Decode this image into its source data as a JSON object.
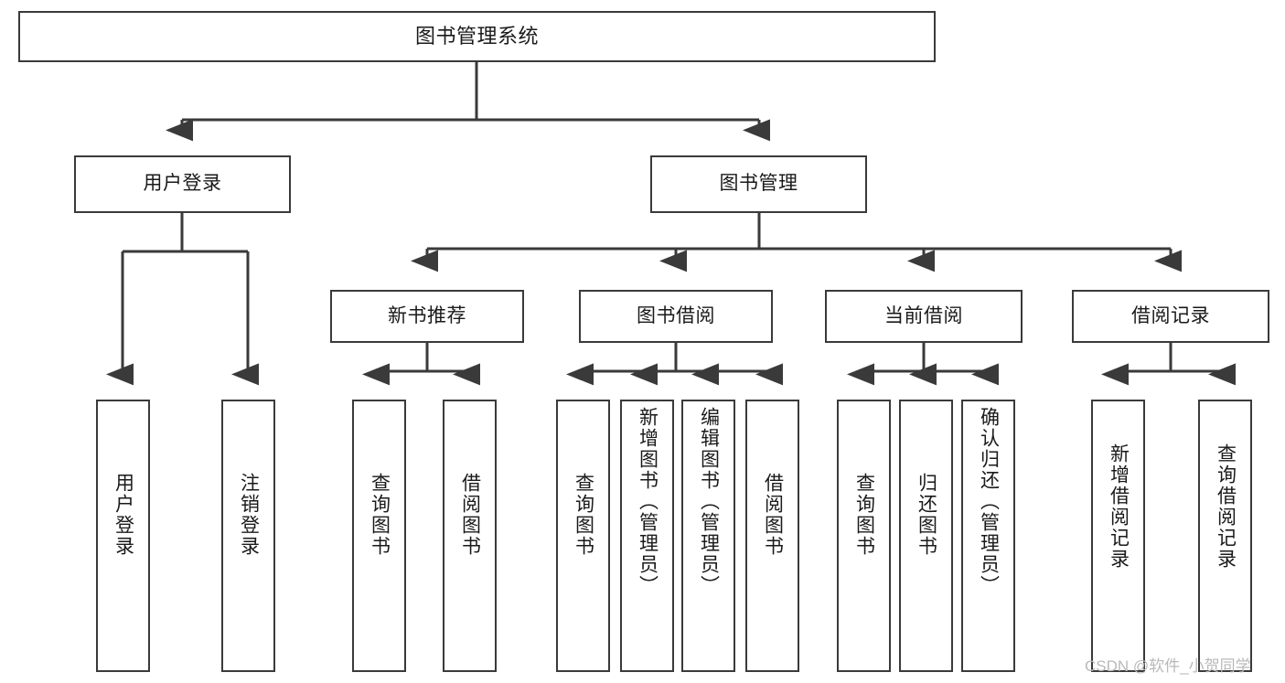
{
  "diagram": {
    "title": "图书管理系统",
    "watermark": "CSDN @软件_小贺同学",
    "line_color": "#3a3a3a",
    "box_fill": "#ffffff",
    "text_color": "#1a1a1a",
    "watermark_color": "#b9b9b9",
    "nodes": {
      "root": {
        "label": "图书管理系统"
      },
      "level2": [
        {
          "id": "user-login",
          "label": "用户登录"
        },
        {
          "id": "book-management",
          "label": "图书管理"
        }
      ],
      "level3": [
        {
          "id": "new-book-recommend",
          "label": "新书推荐"
        },
        {
          "id": "book-borrow",
          "label": "图书借阅"
        },
        {
          "id": "current-borrow",
          "label": "当前借阅"
        },
        {
          "id": "borrow-record",
          "label": "借阅记录"
        }
      ],
      "leaves": {
        "user_login": [
          {
            "id": "leaf-user-login",
            "label": "用户登录"
          },
          {
            "id": "leaf-logout-login",
            "label": "注销登录"
          }
        ],
        "new_book_recommend": [
          {
            "id": "leaf-query-book-1",
            "label": "查询图书"
          },
          {
            "id": "leaf-borrow-book-1",
            "label": "借阅图书"
          }
        ],
        "book_borrow": [
          {
            "id": "leaf-query-book-2",
            "label": "查询图书"
          },
          {
            "id": "leaf-add-book-admin",
            "label": "新增图书（管理员）"
          },
          {
            "id": "leaf-edit-book-admin",
            "label": "编辑图书（管理员）"
          },
          {
            "id": "leaf-borrow-book-2",
            "label": "借阅图书"
          }
        ],
        "current_borrow": [
          {
            "id": "leaf-query-book-3",
            "label": "查询图书"
          },
          {
            "id": "leaf-return-book",
            "label": "归还图书"
          },
          {
            "id": "leaf-confirm-return-admin",
            "label": "确认归还（管理员）"
          }
        ],
        "borrow_record": [
          {
            "id": "leaf-add-borrow-record",
            "label": "新增借阅记录"
          },
          {
            "id": "leaf-query-borrow-record",
            "label": "查询借阅记录"
          }
        ]
      }
    }
  }
}
